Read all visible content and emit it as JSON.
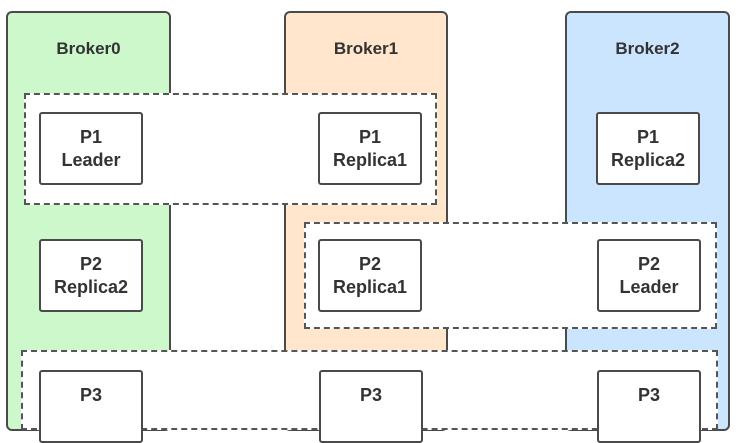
{
  "brokers": [
    {
      "name": "Broker0",
      "color": "#ccf8cc"
    },
    {
      "name": "Broker1",
      "color": "#ffe6cc"
    },
    {
      "name": "Broker2",
      "color": "#cce5ff"
    }
  ],
  "partitions": {
    "p1": {
      "leader": {
        "id": "P1",
        "role": "Leader"
      },
      "replica1": {
        "id": "P1",
        "role": "Replica1"
      },
      "replica2": {
        "id": "P1",
        "role": "Replica2"
      }
    },
    "p2": {
      "replica2": {
        "id": "P2",
        "role": "Replica2"
      },
      "replica1": {
        "id": "P2",
        "role": "Replica1"
      },
      "leader": {
        "id": "P2",
        "role": "Leader"
      }
    },
    "p3": {
      "a": {
        "id": "P3"
      },
      "b": {
        "id": "P3"
      },
      "c": {
        "id": "P3"
      }
    }
  }
}
